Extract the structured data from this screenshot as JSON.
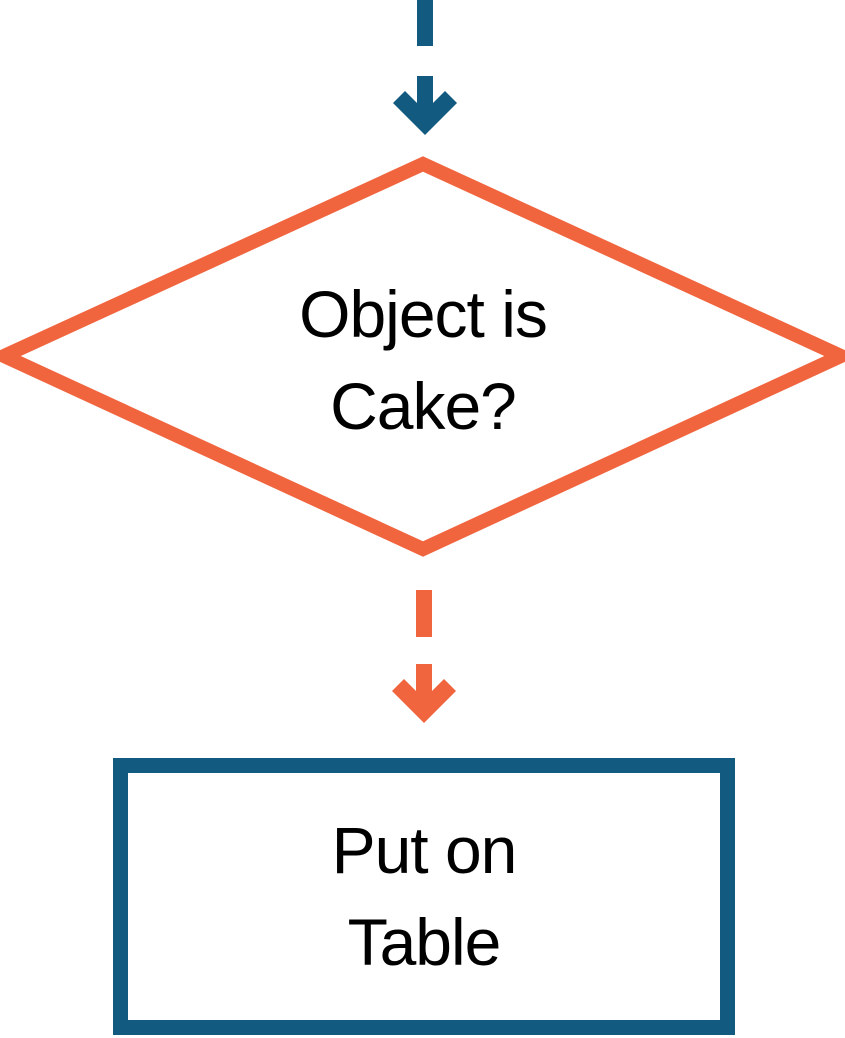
{
  "diagram": {
    "type": "flowchart",
    "nodes": [
      {
        "id": "decision",
        "shape": "diamond",
        "label": "Object is\nCake?",
        "border_color": "#F0653E",
        "fill_color": "#FFFFFF",
        "text_color": "#000000"
      },
      {
        "id": "action",
        "shape": "rectangle",
        "label": "Put on\nTable",
        "border_color": "#125A80",
        "fill_color": "#FFFFFF",
        "text_color": "#000000"
      }
    ],
    "connectors": [
      {
        "id": "incoming-arrow",
        "style": "dashed",
        "direction": "down",
        "label": "",
        "color": "#125A80"
      },
      {
        "id": "decision-to-action-arrow",
        "style": "dashed",
        "direction": "down",
        "label": "",
        "color": "#F0653E"
      }
    ]
  },
  "colors": {
    "blue": "#125A80",
    "orange": "#F0653E",
    "text": "#000000",
    "background": "#FFFFFF"
  }
}
